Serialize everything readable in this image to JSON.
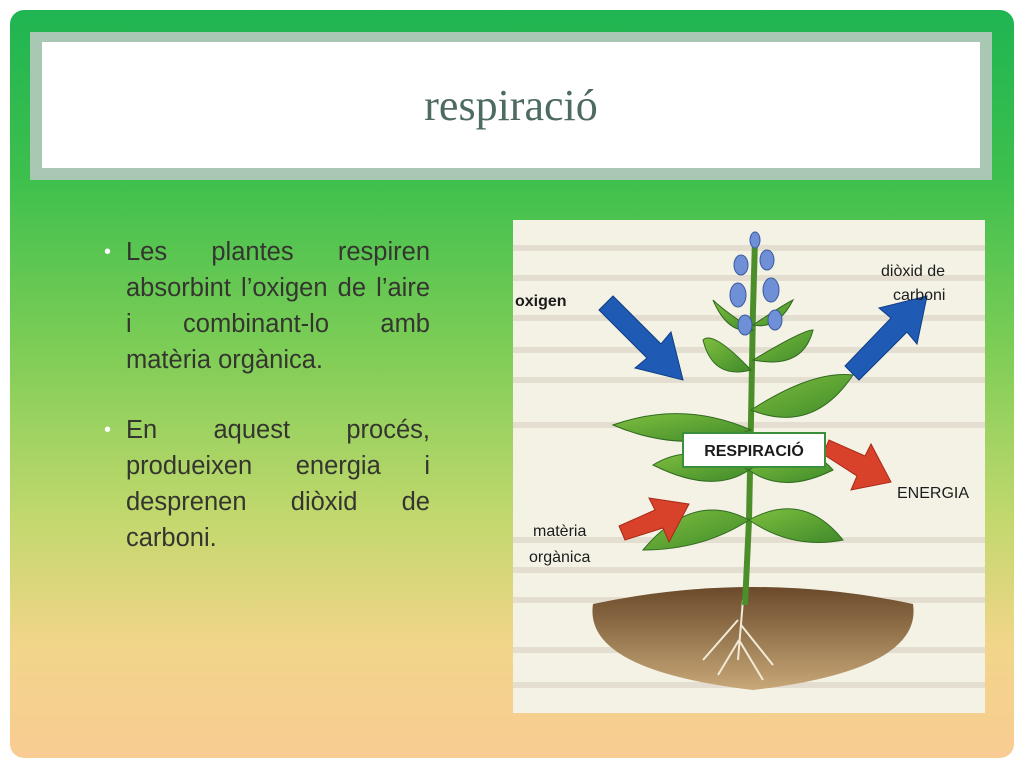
{
  "slide": {
    "title": "respiració",
    "bullets": [
      {
        "text": "Les plantes respiren absorbint l’oxigen de l’aire i combinant-lo amb matèria orgànica."
      },
      {
        "text": "En aquest procés, produeixen energia i desprenen diòxid de carboni."
      }
    ]
  },
  "figure": {
    "labels": {
      "oxygen": "oxigen",
      "co2_line1": "diòxid de",
      "co2_line2": "carboni",
      "center": "RESPIRACIÓ",
      "energy": "ENERGIA",
      "organic_line1": "matèria",
      "organic_line2": "orgànica"
    }
  },
  "colors": {
    "title_text": "#4e6b60",
    "frame": "#a9c8b4",
    "gradient_top": "#1fb552",
    "gradient_bottom": "#f8cc92",
    "blue_arrow": "#1f5bb5",
    "red_arrow": "#d8412a",
    "center_box_border": "#3a8f3a"
  }
}
